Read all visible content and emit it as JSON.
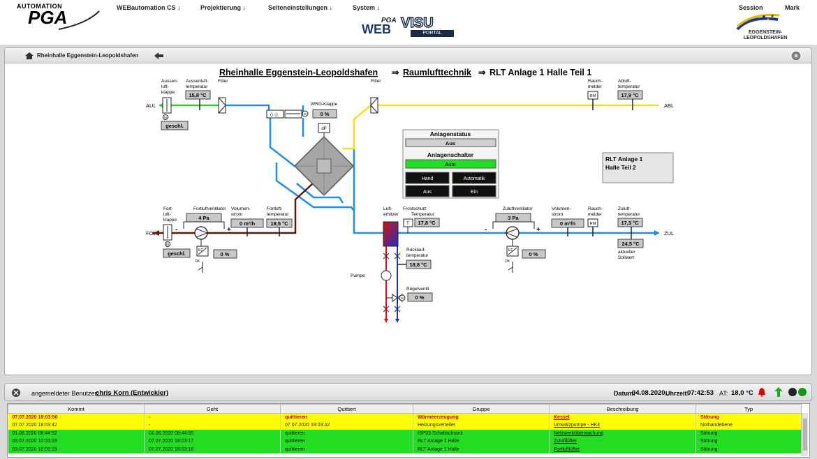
{
  "header": {
    "logo_line1": "AUTOMATION",
    "logo_line2": "PGA",
    "nav": [
      "WEBautomation CS ↓",
      "Projektierung ↓",
      "Seiteneinstellungen ↓",
      "System ↓"
    ],
    "session": "Session",
    "mark": "Mark",
    "center_logo": {
      "pga": "PGA",
      "web": "WEB",
      "visu": "VISU",
      "portal": "PORTAL"
    },
    "municipality": "EGGENSTEIN-LEOPOLDSHAFEN"
  },
  "panel": {
    "breadcrumb": "Rheinhalle Eggenstein-Leopoldshafen",
    "title_part1": "Rheinhalle Eggenstein-Leopoldshafen",
    "arrow": "⇒",
    "title_part2": "Raumlufttechnik",
    "title_part3": "RLT Anlage 1 Halle Teil 1"
  },
  "diagram": {
    "aul": "AUL",
    "abl": "ABL",
    "fol": "FOL",
    "zul": "ZUL",
    "aussenluftklappe": [
      "Aussen-",
      "luft-",
      "klappe"
    ],
    "aussenluftklappe_state": "geschl.",
    "aussenlufttemp_label": [
      "Aussenluft-",
      "temperatur"
    ],
    "aussenlufttemp_value": "15,8 °C",
    "filter1": "Filter",
    "filter2": "Filter",
    "wrg_label": "WRG-Klappe",
    "wrg_value": "0 %",
    "dp": "dP",
    "rauchmelder1": [
      "Rauch-",
      "melder"
    ],
    "rm": "RM",
    "ablufttemp_label": [
      "Abluft-",
      "temperatur"
    ],
    "ablufttemp_value": "17,9 °C",
    "fortluftklappe": [
      "Fort-",
      "luft-",
      "klappe"
    ],
    "fortluftklappe_state": "geschl.",
    "fortluftventilator": "Fortluftventilator",
    "fortluftventilator_value": "4 Pa",
    "volumenstrom1_label": [
      "Volumen-",
      "strom"
    ],
    "volumenstrom1_value": "0 m³/h",
    "fortlufttemp_label": [
      "Fortluft-",
      "temperatur"
    ],
    "fortlufttemp_value": "18,5 °C",
    "fortluft_speed": "0 %",
    "ec": "EC",
    "ok": "OK",
    "lufterhitzer": [
      "Luft-",
      "erhitzer"
    ],
    "frostschutz_label": [
      "Frostschutz",
      "Temperatur"
    ],
    "frostschutz_value": "17,8 °C",
    "t": "T",
    "ruecklauf_label": [
      "Rücklauf-",
      "temperatur"
    ],
    "ruecklauf_value": "18,8 °C",
    "pumpe": "Pumpe",
    "regelventil_label": "Regelventil",
    "regelventil_value": "0 %",
    "zuluftventilator": "Zuluftventilator",
    "zuluftventilator_value": "3 Pa",
    "zuluft_speed": "0 %",
    "volumenstrom2_label": [
      "Volumen-",
      "strom"
    ],
    "volumenstrom2_value": "0 m³/h",
    "rauchmelder2": [
      "Rauch-",
      "melder"
    ],
    "zulufttemp_label": [
      "Zuluft-",
      "temperatur"
    ],
    "zulufttemp_value": "17,3 °C",
    "sollwert_value": "24,5 °C",
    "sollwert_label": [
      "aktueller",
      "Sollwert"
    ],
    "plus": "+",
    "minus": "-",
    "m": "M"
  },
  "status": {
    "anlagenstatus": "Anlagenstatus",
    "status_value": "Aus",
    "anlagenschalter": "Anlagenschalter",
    "schalter_value": "Auto",
    "buttons": [
      "Hand",
      "Automatik",
      "Aus",
      "Ein"
    ]
  },
  "infobox": {
    "line1": "RLT Anlage 1",
    "line2": "Halle Teil 2"
  },
  "footer": {
    "user_label": "angemeldeter Benutzer:",
    "user": "chris Korn (Entwickler)",
    "datum_label": "Datum:",
    "datum": "04.08.2020,",
    "uhrzeit_label": "Uhrzeit:",
    "uhrzeit": "07:42:53",
    "at_label": "AT:",
    "at": "18,0 °C"
  },
  "alarms": {
    "columns": [
      "Kommt",
      "Geht",
      "Quittiert",
      "Gruppe",
      "Beschreibung",
      "Typ"
    ],
    "rows": [
      {
        "kommt": "07.07.2020 18:03:50",
        "geht": "-",
        "quittiert": "quittieren",
        "gruppe": "Wärmeerzeugung",
        "beschreibung": "Kessel",
        "typ": "Störung",
        "style": "red"
      },
      {
        "kommt": "07.07.2020 18:03:42",
        "geht": "-",
        "quittiert": "07.07.2020 18:03:42",
        "gruppe": "Heizungsverteiler",
        "beschreibung": "Umwälzpumpe - HK4",
        "typ": "Nothandebene",
        "style": "yel"
      },
      {
        "kommt": "01.06.2020 08:44:52",
        "geht": "01.06.2020 08:44:55",
        "quittiert": "quittieren",
        "gruppe": "ISP03 Schaltschrank",
        "beschreibung": "Netzwerküberwachung",
        "typ": "Störung",
        "style": "grn"
      },
      {
        "kommt": "03.07.2020 10:03:19",
        "geht": "07.07.2020 18:03:17",
        "quittiert": "quittieren",
        "gruppe": "RLT Anlage 1 Halle",
        "beschreibung": "Zuluftlüfter",
        "typ": "Störung",
        "style": "grn"
      },
      {
        "kommt": "03.07.2020 10:03:19",
        "geht": "07.07.2020 18:03:16",
        "quittiert": "quittieren",
        "gruppe": "RLT Anlage 1 Halle",
        "beschreibung": "Fortluftlüfter",
        "typ": "Störung",
        "style": "grn"
      }
    ]
  },
  "colors": {
    "outside_air": "#33cc33",
    "supply": "#1e8fe8",
    "exhaust": "#f0e020",
    "fortluft": "#5a1a0a",
    "status_green": "#22dd22",
    "alarm_yellow": "#ffff00",
    "alarm_red": "#d40000"
  }
}
